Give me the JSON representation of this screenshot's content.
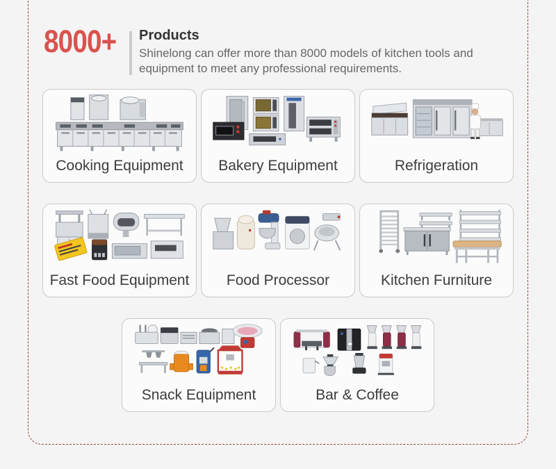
{
  "page": {
    "background_color": "#f4f4f4",
    "frame_border_color": "#96453c"
  },
  "header": {
    "stat": "8000+",
    "title": "Products",
    "description": "Shinelong can offer more than 8000 models of kitchen tools and equipment to meet any professional requirements.",
    "accent_color": "#d9534f"
  },
  "categories": [
    {
      "label": "Cooking Equipment",
      "icon": "cooking-equipment-image"
    },
    {
      "label": "Bakery Equipment",
      "icon": "bakery-equipment-image"
    },
    {
      "label": "Refrigeration",
      "icon": "refrigeration-image"
    },
    {
      "label": "Fast Food Equipment",
      "icon": "fast-food-equipment-image"
    },
    {
      "label": "Food Processor",
      "icon": "food-processor-image"
    },
    {
      "label": "Kitchen Furniture",
      "icon": "kitchen-furniture-image"
    },
    {
      "label": "Snack Equipment",
      "icon": "snack-equipment-image"
    },
    {
      "label": "Bar & Coffee",
      "icon": "bar-coffee-image"
    }
  ]
}
